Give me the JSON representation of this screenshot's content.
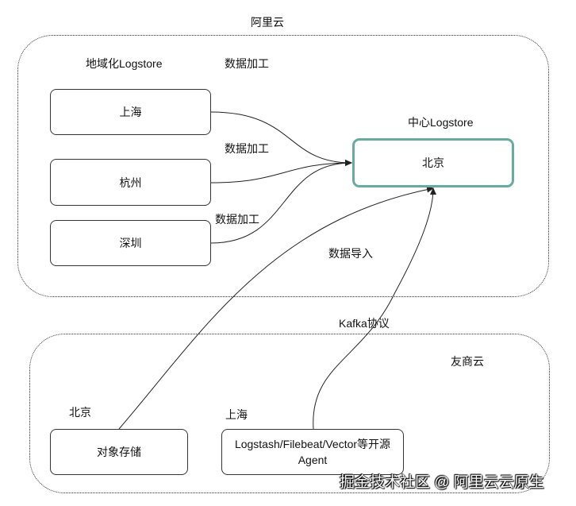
{
  "regions": {
    "aliyun": {
      "label": "阿里云"
    },
    "other_cloud": {
      "label": "友商云"
    }
  },
  "labels": {
    "regional_logstore": "地域化Logstore",
    "processing_top": "数据加工",
    "processing_mid": "数据加工",
    "processing_low": "数据加工",
    "central_logstore": "中心Logstore",
    "data_import": "数据导入",
    "kafka": "Kafka协议",
    "beijing_region": "北京",
    "shanghai_region": "上海"
  },
  "nodes": {
    "shanghai": "上海",
    "hangzhou": "杭州",
    "shenzhen": "深圳",
    "beijing_center": "北京",
    "object_storage": "对象存储",
    "agents_line1": "Logstash/Filebeat/Vector等开源",
    "agents_line2": "Agent"
  },
  "watermark": "掘金技术社区 @ 阿里云云原生",
  "colors": {
    "center_border": "#67ab9f",
    "edge": "#222222",
    "text": "#111111"
  }
}
